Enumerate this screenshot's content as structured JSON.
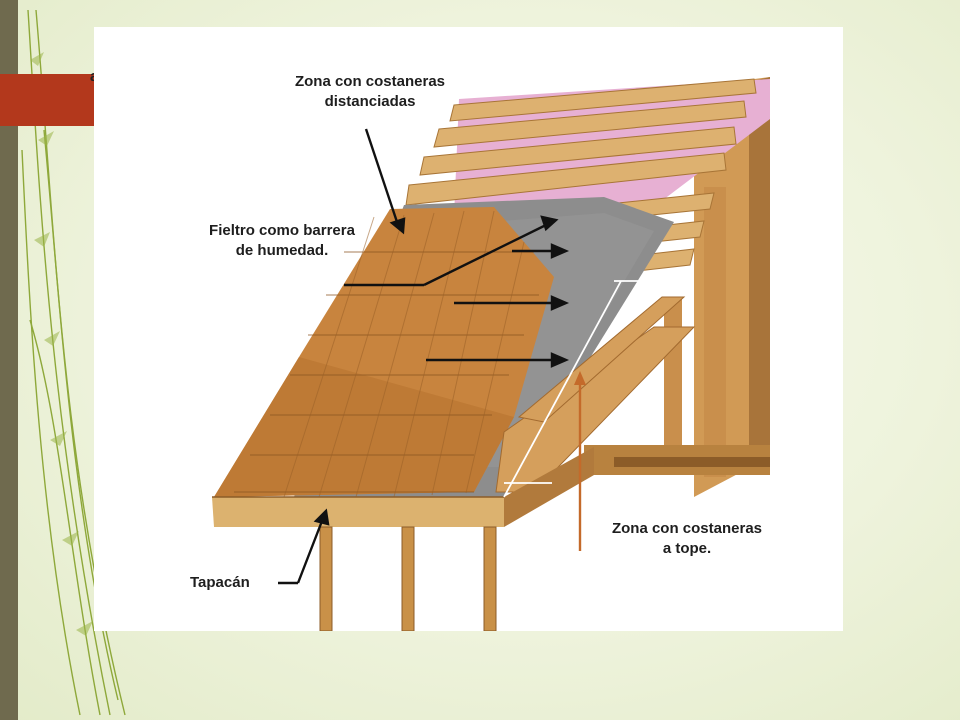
{
  "slide": {
    "stray_char": "a",
    "colors": {
      "background": "#eef3dc",
      "left_strip": "#6f6a4e",
      "accent_bar": "#b3381c",
      "fern": "#8ea83a"
    },
    "icons": [
      "fern-decoration"
    ]
  },
  "diagram": {
    "labels": {
      "zona_distanciadas_1": "Zona con costaneras",
      "zona_distanciadas_2": "distanciadas",
      "fieltro_1": "Fieltro como barrera",
      "fieltro_2": "de humedad.",
      "tapacan": "Tapacán",
      "zona_tope_1": "Zona con costaneras",
      "zona_tope_2": "a tope."
    },
    "colors": {
      "wood": "#d9a660",
      "wood_dark": "#b27a3c",
      "shingle": "#c8843e",
      "felt": "#8d8d8d",
      "insulation": "#e7b0d3",
      "pointer_arrow_brown": "#c46a2a",
      "arrow_black": "#111111"
    }
  }
}
